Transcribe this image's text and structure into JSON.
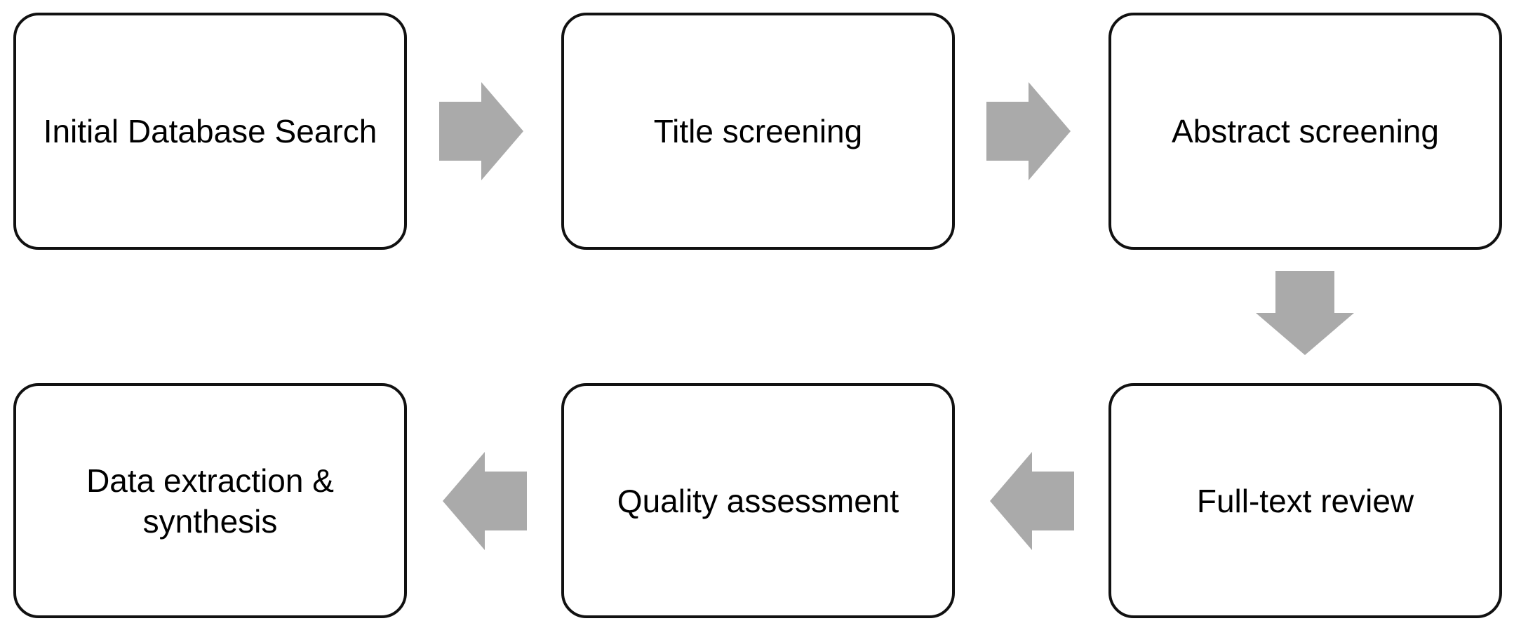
{
  "steps": [
    {
      "id": "initial-database-search",
      "label": "Initial Database Search"
    },
    {
      "id": "title-screening",
      "label": "Title screening"
    },
    {
      "id": "abstract-screening",
      "label": "Abstract screening"
    },
    {
      "id": "full-text-review",
      "label": "Full-text review"
    },
    {
      "id": "quality-assessment",
      "label": "Quality assessment"
    },
    {
      "id": "data-extraction-synthesis",
      "label": "Data extraction &\nsynthesis"
    }
  ],
  "arrows": [
    {
      "from": "initial-database-search",
      "to": "title-screening",
      "direction": "right"
    },
    {
      "from": "title-screening",
      "to": "abstract-screening",
      "direction": "right"
    },
    {
      "from": "abstract-screening",
      "to": "full-text-review",
      "direction": "down"
    },
    {
      "from": "full-text-review",
      "to": "quality-assessment",
      "direction": "left"
    },
    {
      "from": "quality-assessment",
      "to": "data-extraction-synthesis",
      "direction": "left"
    }
  ],
  "colors": {
    "box_border": "#111111",
    "arrow_fill": "#aaaaaa",
    "text": "#000000",
    "background": "#ffffff"
  }
}
